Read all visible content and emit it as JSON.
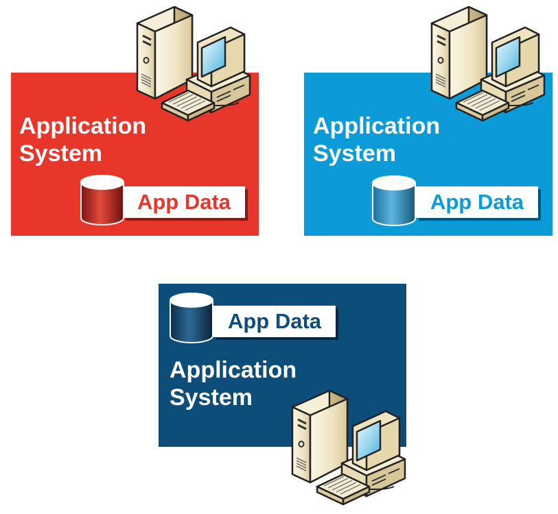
{
  "panels": [
    {
      "id": "red",
      "title_line1": "Application",
      "title_line2": "System",
      "data_label": "App Data",
      "bg_color": "#e8362a",
      "label_color": "#e8362a"
    },
    {
      "id": "cyan",
      "title_line1": "Application",
      "title_line2": "System",
      "data_label": "App Data",
      "bg_color": "#0a9bd8",
      "label_color": "#0a9bd8"
    },
    {
      "id": "navy",
      "title_line1": "Application",
      "title_line2": "System",
      "data_label": "App Data",
      "bg_color": "#0d4d79",
      "label_color": "#0d4d79"
    }
  ],
  "icons": {
    "workstation": "computer-workstation-icon",
    "database": "database-cylinder-icon"
  }
}
